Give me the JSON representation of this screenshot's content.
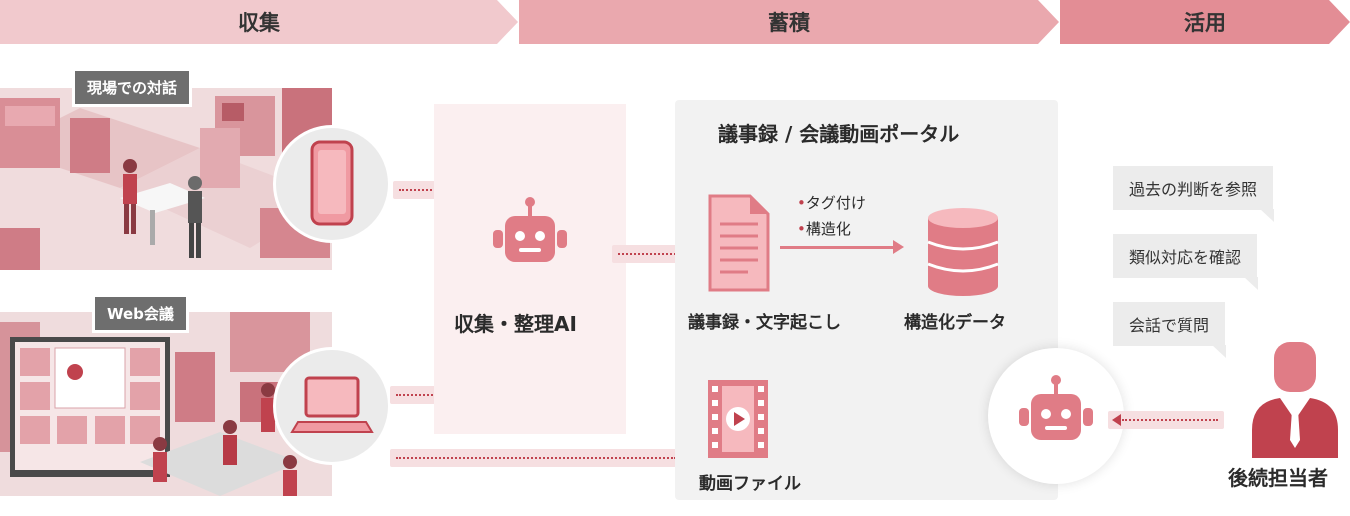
{
  "phases": [
    "収集",
    "蓄積",
    "活用"
  ],
  "sources": {
    "onsite_label": "現場での対話",
    "web_label": "Web会議"
  },
  "ai": {
    "label": "収集・整理AI"
  },
  "portal": {
    "title": "議事録 / 会議動画ポータル",
    "transcript_label": "議事録・文字起こし",
    "process_bullets": [
      "タグ付け",
      "構造化"
    ],
    "structured_label": "構造化データ",
    "video_label": "動画ファイル"
  },
  "usage": {
    "bubbles": [
      "過去の判断を参照",
      "類似対応を確認",
      "会話で質問"
    ],
    "person_label": "後続担当者"
  },
  "colors": {
    "accent": "#e07c86",
    "dark_accent": "#c0424e",
    "phase_light": "#f1c9cd",
    "phase_mid": "#eaa8ae",
    "phase_dark": "#e38d95"
  }
}
